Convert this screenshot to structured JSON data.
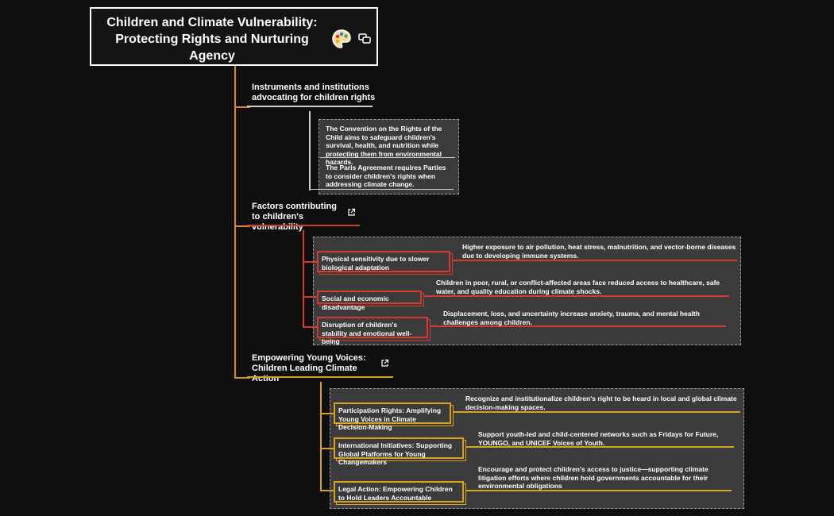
{
  "root": {
    "title": "Children and Climate Vulnerability: Protecting Rights and Nurturing Agency",
    "icons": [
      "palette-icon",
      "duplicate-icon"
    ]
  },
  "colors": {
    "background": "#0f0f0f",
    "trunk": "#d98a1e",
    "branch_white": "#cfcfcf",
    "branch_red": "#d43a2f",
    "branch_gold": "#d9a21c",
    "box": "#3b3b3b"
  },
  "topics": [
    {
      "label": "Instruments and institutions advocating for children rights",
      "items": [
        {
          "text": "The Convention on the Rights of the Child aims to safeguard children's survival, health, and nutrition while protecting them from environmental hazards."
        },
        {
          "text": "The Paris Agreement requires Parties to consider children's rights when addressing climate change."
        }
      ]
    },
    {
      "label": "Factors contributing to children's vulnerability",
      "icon": "external-link-icon",
      "items": [
        {
          "title": "Physical sensitivity due to slower biological adaptation",
          "detail": "Higher exposure to air pollution, heat stress, malnutrition, and vector-borne diseases due to developing immune systems."
        },
        {
          "title": "Social and economic disadvantage",
          "detail": "Children in poor, rural, or conflict-affected areas face reduced access to healthcare, safe water, and quality education during climate shocks."
        },
        {
          "title": "Disruption of children's stability and emotional well-being",
          "detail": "Displacement, loss, and uncertainty increase anxiety, trauma, and mental health challenges among children."
        }
      ]
    },
    {
      "label": "Empowering Young Voices: Children Leading Climate Action",
      "icon": "external-link-icon",
      "items": [
        {
          "title": "Participation Rights: Amplifying Young Voices in Climate Decision-Making",
          "detail": "Recognize and institutionalize children's right to be heard in local and global climate decision-making spaces."
        },
        {
          "title": "International Initiatives: Supporting Global Platforms for Young Changemakers",
          "detail": "Support youth-led and child-centered networks such as Fridays for Future, YOUNGO, and UNICEF Voices of Youth."
        },
        {
          "title": "Legal Action: Empowering Children to Hold Leaders Accountable",
          "detail": "Encourage and protect children's access to justice—supporting climate litigation efforts where children hold governments accountable for their environmental obligations"
        }
      ]
    }
  ]
}
